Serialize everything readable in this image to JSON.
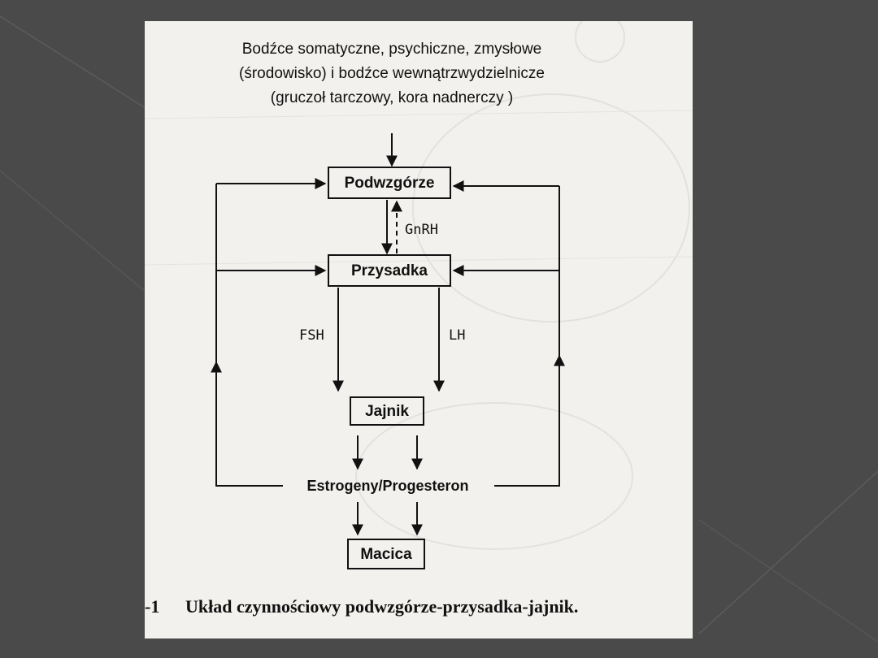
{
  "slide": {
    "background": "#4a4a4a",
    "scan_background": "#f2f1ee"
  },
  "diagram": {
    "stimuli": [
      "Bodźce somatyczne, psychiczne, zmysłowe",
      "(środowisko) i bodźce wewnątrzwydzielnicze",
      "(gruczoł tarczowy, kora nadnerczy )"
    ],
    "nodes": {
      "hypothalamus": "Podwzgórze",
      "pituitary": "Przysadka",
      "ovary": "Jajnik",
      "hormones": "Estrogeny/Progesteron",
      "uterus": "Macica"
    },
    "edge_labels": {
      "gnrh": "GnRH",
      "fsh": "FSH",
      "lh": "LH"
    },
    "caption": {
      "number": "-1",
      "text": "Układ czynnościowy podwzgórze-przysadka-jajnik."
    }
  }
}
